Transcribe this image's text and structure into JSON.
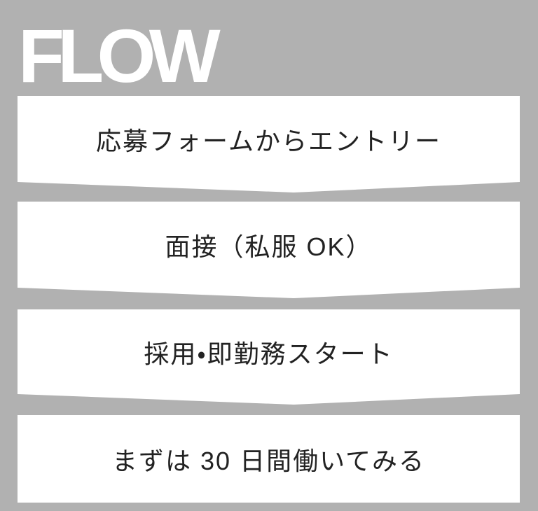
{
  "page": {
    "background_color": "#b1b1b1",
    "box_color": "#ffffff",
    "text_color": "#222222",
    "title_color": "#ffffff"
  },
  "header": {
    "title": "FLOW"
  },
  "steps": [
    {
      "label": "応募フォームからエントリー"
    },
    {
      "label": "面接（私服 OK）"
    },
    {
      "label": "採用・即勤務スタート"
    },
    {
      "label": "まずは 30 日間働いてみる"
    }
  ]
}
